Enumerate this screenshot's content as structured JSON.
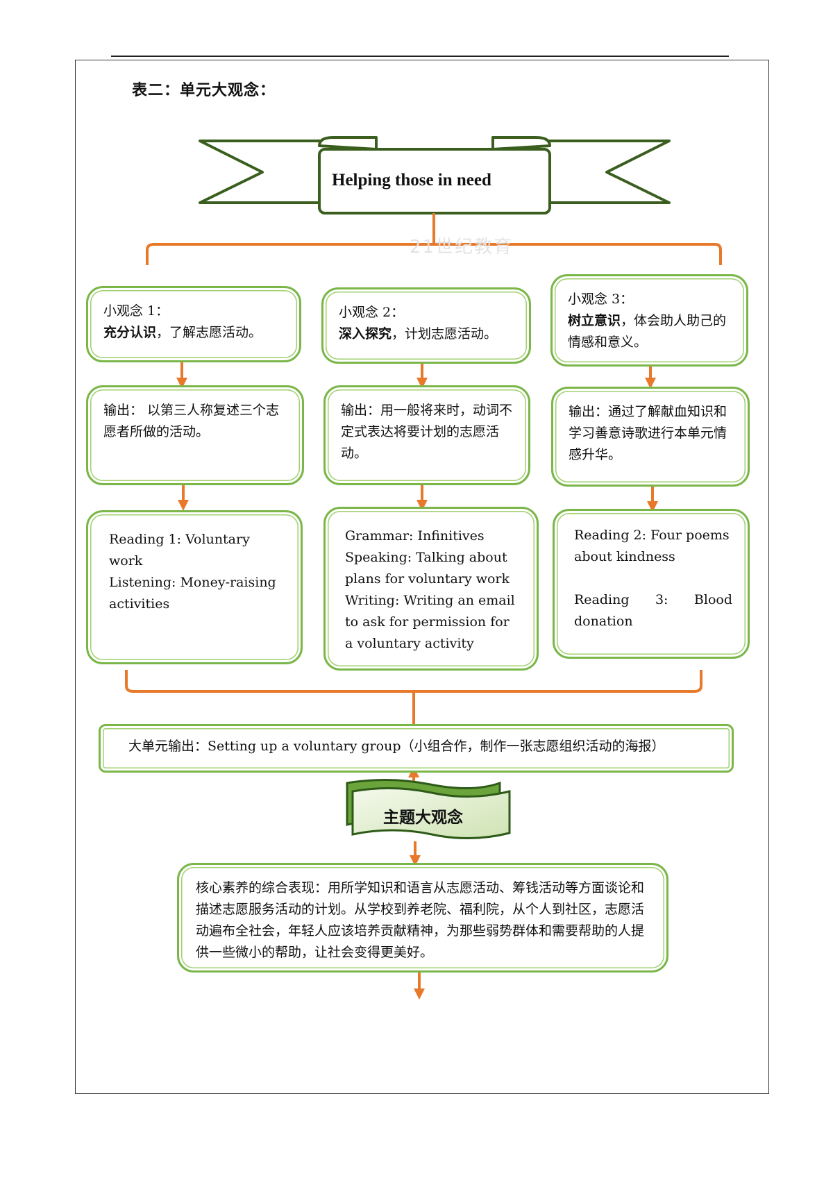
{
  "heading": "表二：单元大观念：",
  "banner": {
    "title": "Helping those in need"
  },
  "watermark": "21世纪教育",
  "ideas": [
    {
      "label": "小观念 1：",
      "bold": "充分认识",
      "rest": "，了解志愿活动。"
    },
    {
      "label": "小观念 2：",
      "bold": "深入探究",
      "rest": "，计划志愿活动。"
    },
    {
      "label": "小观念 3：",
      "bold": "树立意识",
      "rest": "，体会助人助己的情感和意义。"
    }
  ],
  "outputs": [
    "输出： 以第三人称复述三个志愿者所做的活动。",
    "输出：用一般将来时，动词不定式表达将要计划的志愿活动。",
    "输出：通过了解献血知识和学习善意诗歌进行本单元情感升华。"
  ],
  "lessons": [
    [
      "Reading 1: Voluntary work",
      "Listening: Money-raising activities"
    ],
    [
      "Grammar: Infinitives",
      "Speaking: Talking about plans for voluntary work",
      "Writing: Writing an email to ask for permission for a voluntary activity"
    ],
    [
      "Reading 2: Four poems about kindness",
      "Reading 3: Blood donation"
    ]
  ],
  "unit_output": "大单元输出：Setting up a voluntary group（小组合作，制作一张志愿组织活动的海报）",
  "theme_flag": "主题大观念",
  "core": "核心素养的综合表现：用所学知识和语言从志愿活动、筹钱活动等方面谈论和描述志愿服务活动的计划。从学校到养老院、福利院，从个人到社区，志愿活动遍布全社会，年轻人应该培养贡献精神，为那些弱势群体和需要帮助的人提供一些微小的帮助，让社会变得更美好。",
  "colors": {
    "banner_green": "#3a5e1e",
    "box_green": "#7ab648",
    "arrow_orange": "#e8792b"
  }
}
